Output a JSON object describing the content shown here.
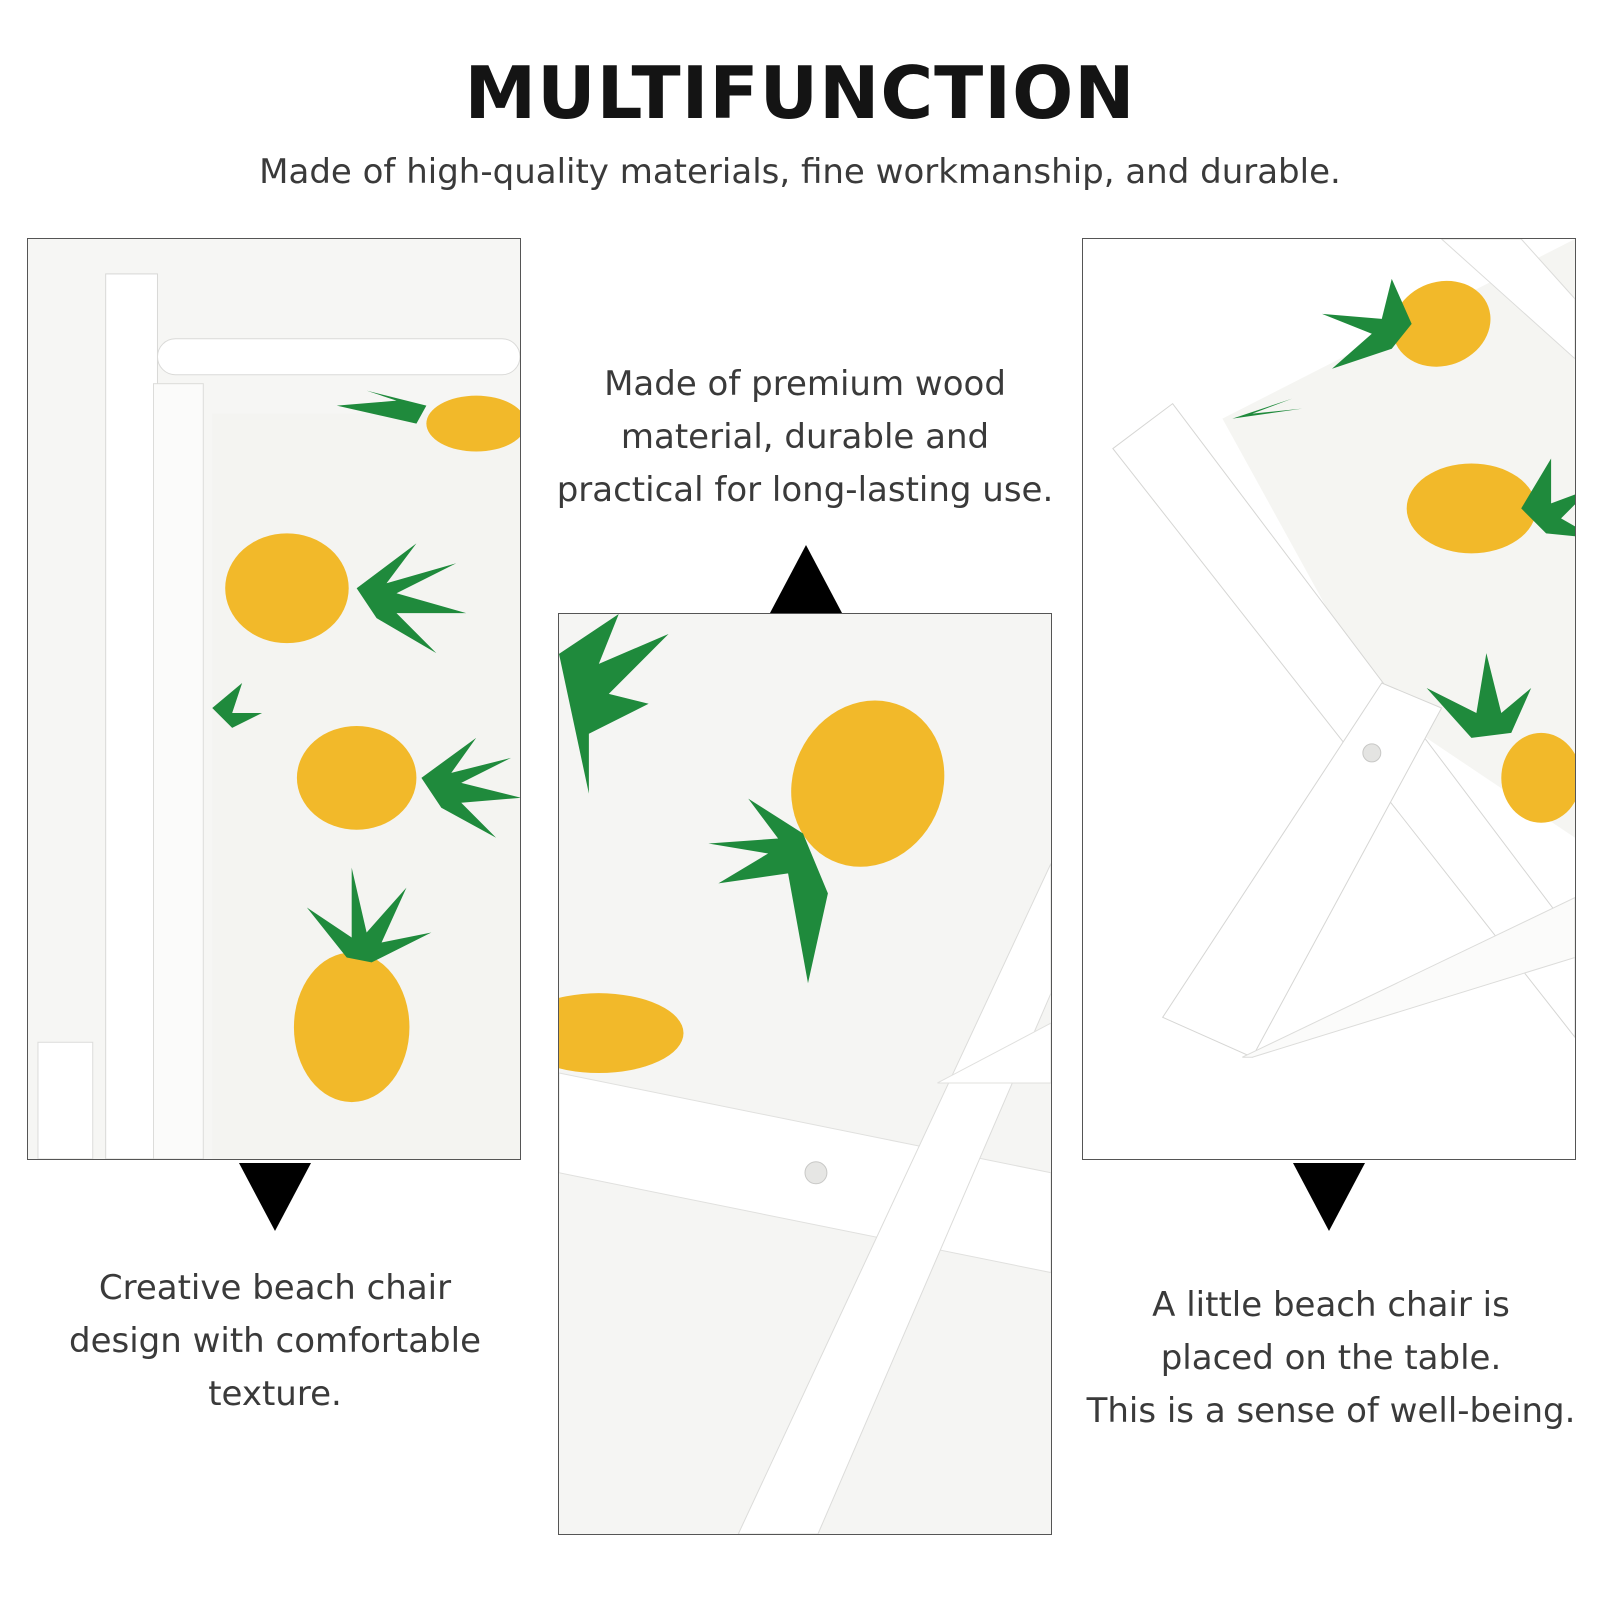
{
  "header": {
    "title": "MULTIFUNCTION",
    "subtitle": "Made of high-quality materials, fine workmanship, and durable."
  },
  "captions": {
    "left": "Creative beach chair\ndesign with comfortable\ntexture.",
    "center": "Made of premium wood\nmaterial, durable and\npractical for long-lasting use.",
    "right": "A little beach chair is\nplaced on the table.\nThis is a sense of well-being."
  },
  "colors": {
    "pineapple_yellow": "#f2b92a",
    "leaf_green": "#1f8a3c",
    "wood_white": "#ffffff",
    "fabric": "#f4f4f1",
    "arrow": "#000000"
  }
}
